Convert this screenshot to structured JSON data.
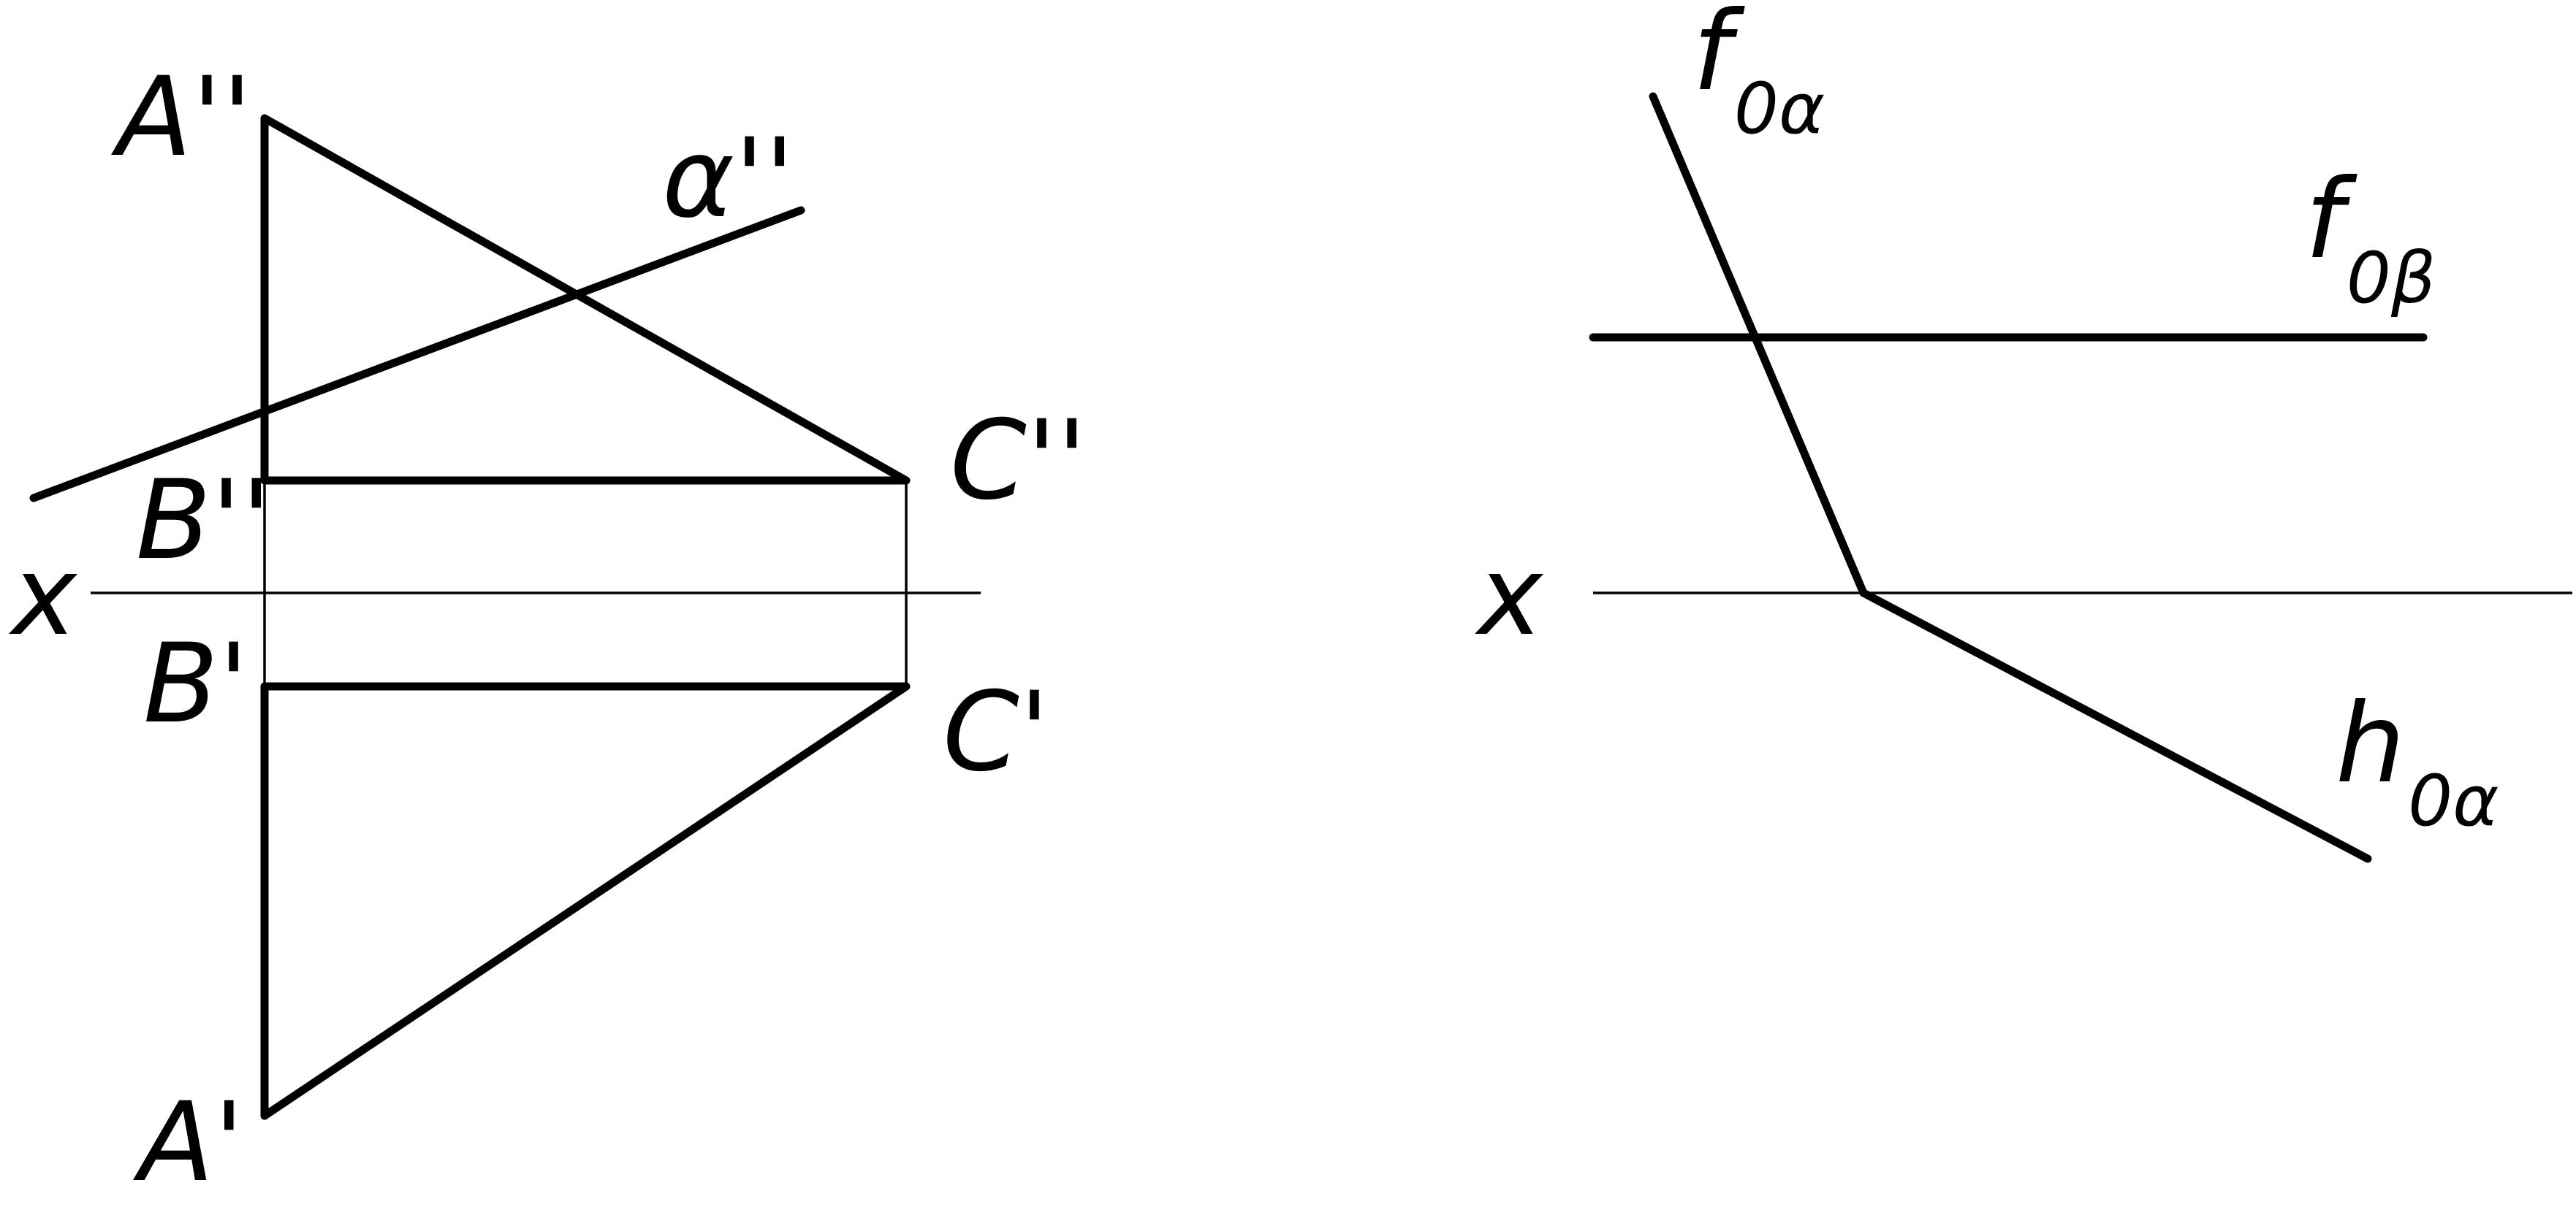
{
  "left_view": {
    "labels": {
      "a2": "A''",
      "b2": "B''",
      "c2": "C''",
      "a1": "A'",
      "b1": "B'",
      "c1": "C'",
      "alpha2": "α''",
      "axis": "x"
    }
  },
  "right_view": {
    "labels": {
      "axis": "x",
      "f_alpha": {
        "main": "f",
        "sub": "0α"
      },
      "f_beta": {
        "main": "f",
        "sub": "0β"
      },
      "h_alpha": {
        "main": "h",
        "sub": "0α"
      }
    }
  }
}
